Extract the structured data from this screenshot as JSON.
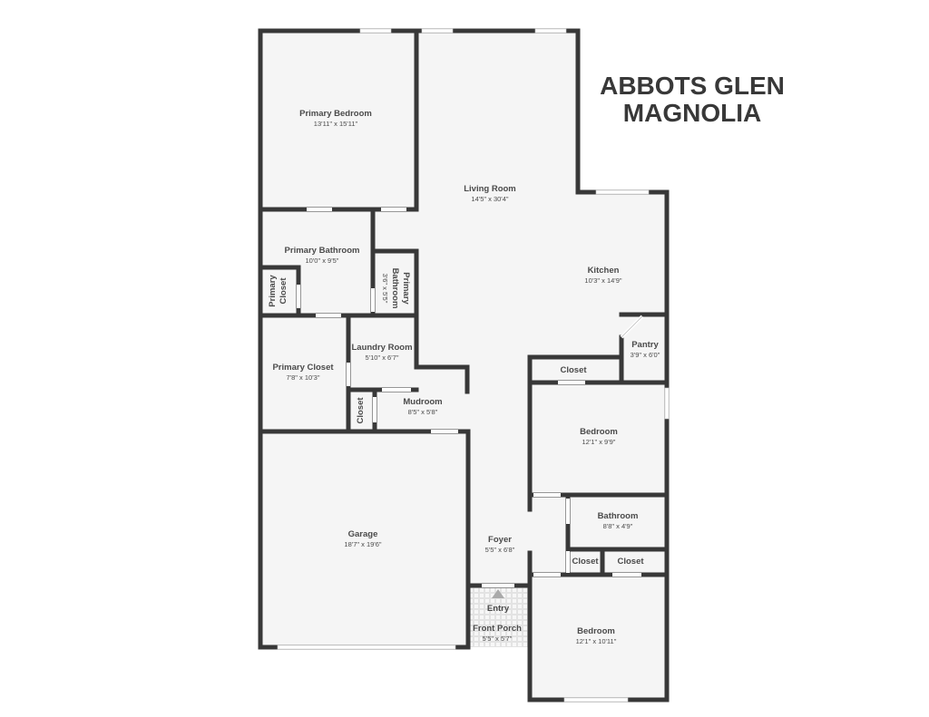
{
  "title": {
    "line1": "ABBOTS GLEN",
    "line2": "MAGNOLIA"
  },
  "colors": {
    "wall": "#383838",
    "floor": "#f5f5f5",
    "window": "#ffffff",
    "label": "#4a4a4a",
    "entry_arrow": "#aaaaaa"
  },
  "rooms": [
    {
      "id": "primary-bedroom",
      "name": "Primary Bedroom",
      "dims": "13'11\" x 15'11\""
    },
    {
      "id": "living-room",
      "name": "Living Room",
      "dims": "14'5\" x 30'4\""
    },
    {
      "id": "primary-bathroom",
      "name": "Primary Bathroom",
      "dims": "10'0\" x 9'5\""
    },
    {
      "id": "primary-closet-small",
      "name": "Primary Closet",
      "dims": ""
    },
    {
      "id": "primary-bathroom-small",
      "name": "Primary Bathroom",
      "dims": "3'6\" x 5'5\""
    },
    {
      "id": "kitchen",
      "name": "Kitchen",
      "dims": "10'3\" x 14'9\""
    },
    {
      "id": "pantry",
      "name": "Pantry",
      "dims": "3'9\" x 6'0\""
    },
    {
      "id": "primary-closet",
      "name": "Primary Closet",
      "dims": "7'8\" x 10'3\""
    },
    {
      "id": "laundry-room",
      "name": "Laundry Room",
      "dims": "5'10\" x 6'7\""
    },
    {
      "id": "closet-hall",
      "name": "Closet",
      "dims": ""
    },
    {
      "id": "closet-mudroom",
      "name": "Closet",
      "dims": ""
    },
    {
      "id": "mudroom",
      "name": "Mudroom",
      "dims": "8'5\" x 5'8\""
    },
    {
      "id": "bedroom-2",
      "name": "Bedroom",
      "dims": "12'1\" x 9'9\""
    },
    {
      "id": "garage",
      "name": "Garage",
      "dims": "18'7\" x 19'6\""
    },
    {
      "id": "bathroom",
      "name": "Bathroom",
      "dims": "8'8\" x 4'9\""
    },
    {
      "id": "foyer",
      "name": "Foyer",
      "dims": "5'5\" x 6'8\""
    },
    {
      "id": "closet-bath-1",
      "name": "Closet",
      "dims": ""
    },
    {
      "id": "closet-bath-2",
      "name": "Closet",
      "dims": ""
    },
    {
      "id": "entry",
      "name": "Entry",
      "dims": ""
    },
    {
      "id": "front-porch",
      "name": "Front Porch",
      "dims": "5'5\" x 5'7\""
    },
    {
      "id": "bedroom-3",
      "name": "Bedroom",
      "dims": "12'1\" x 10'11\""
    }
  ]
}
